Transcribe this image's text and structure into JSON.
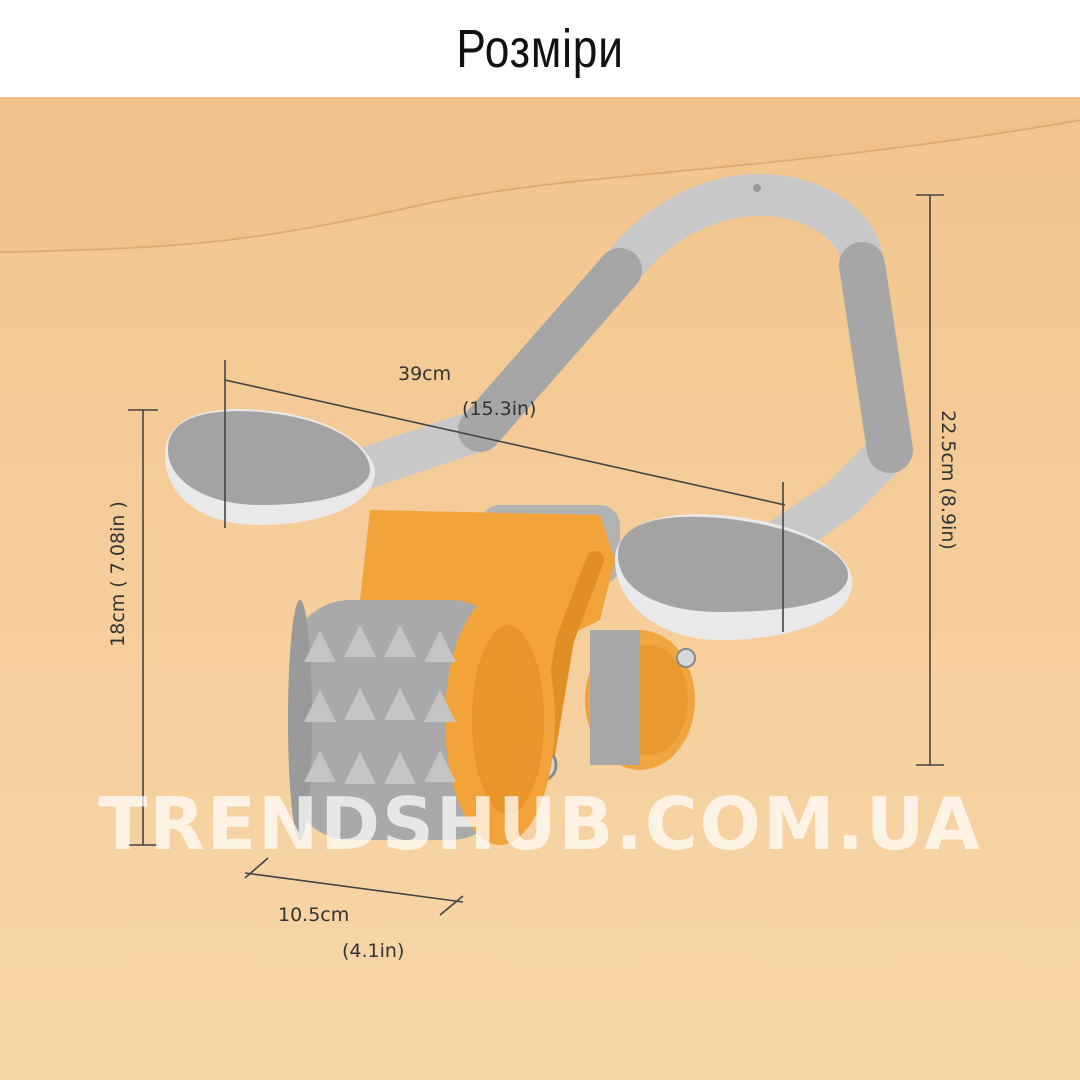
{
  "page": {
    "title": "Розміри",
    "watermark": "TRENDSHUB.COM.UA",
    "background_color": "#f5cd9a",
    "accent_color": "#f2a33a"
  },
  "dimensions": {
    "width": {
      "cm": "39cm",
      "inch": "(15.3in)"
    },
    "height_handle": {
      "text": "22.5cm  (8.9in)"
    },
    "height_body": {
      "text": "18cm  ( 7.08in )"
    },
    "wheel_width": {
      "cm": "10.5cm",
      "inch": "(4.1in)"
    }
  },
  "product": {
    "icon": "ab-roller-icon",
    "handle_color": "#bdbdbd",
    "pad_color": "#9e9e9e",
    "body_color": "#f2a33a",
    "wheel_color": "#a9a9a9"
  }
}
